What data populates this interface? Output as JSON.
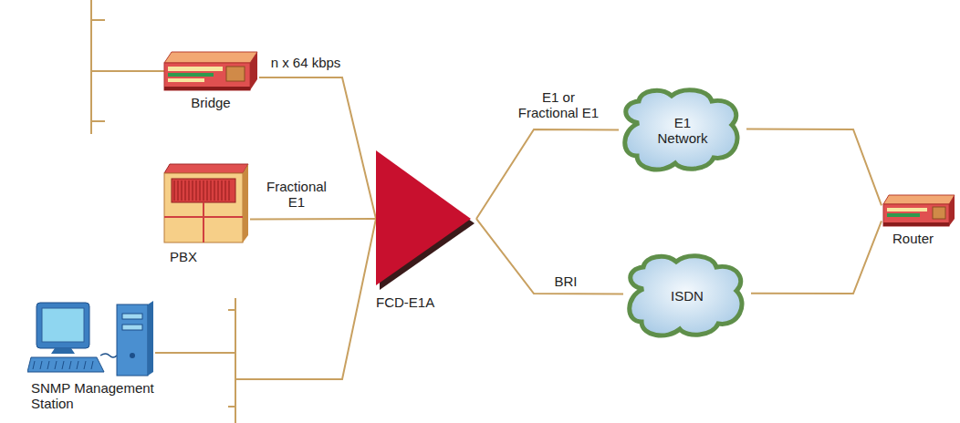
{
  "diagram": {
    "nodes": [
      {
        "text": [
          "Bridge"
        ]
      },
      {
        "text": [
          "PBX"
        ]
      },
      {
        "text": [
          "SNMP Management Station"
        ]
      },
      {
        "text": [
          "FCD-E1A"
        ]
      },
      {
        "text": [
          "E1 Network"
        ]
      },
      {
        "text": [
          "ISDN"
        ]
      },
      {
        "text": [
          "Router"
        ]
      }
    ],
    "edges": [
      {
        "from": 0,
        "to": 3,
        "label": "n x 64 kbps",
        "arrow": "none"
      },
      {
        "from": 1,
        "to": 3,
        "label": "Fractional E1",
        "arrow": "none"
      },
      {
        "from": 2,
        "to": 3,
        "arrow": "none"
      },
      {
        "from": 3,
        "to": 4,
        "label": "E1 or Fractional E1",
        "arrow": "none"
      },
      {
        "from": 3,
        "to": 5,
        "label": "BRI",
        "arrow": "none"
      },
      {
        "from": 4,
        "to": 6,
        "arrow": "none"
      },
      {
        "from": 5,
        "to": 6,
        "arrow": "none"
      }
    ]
  }
}
